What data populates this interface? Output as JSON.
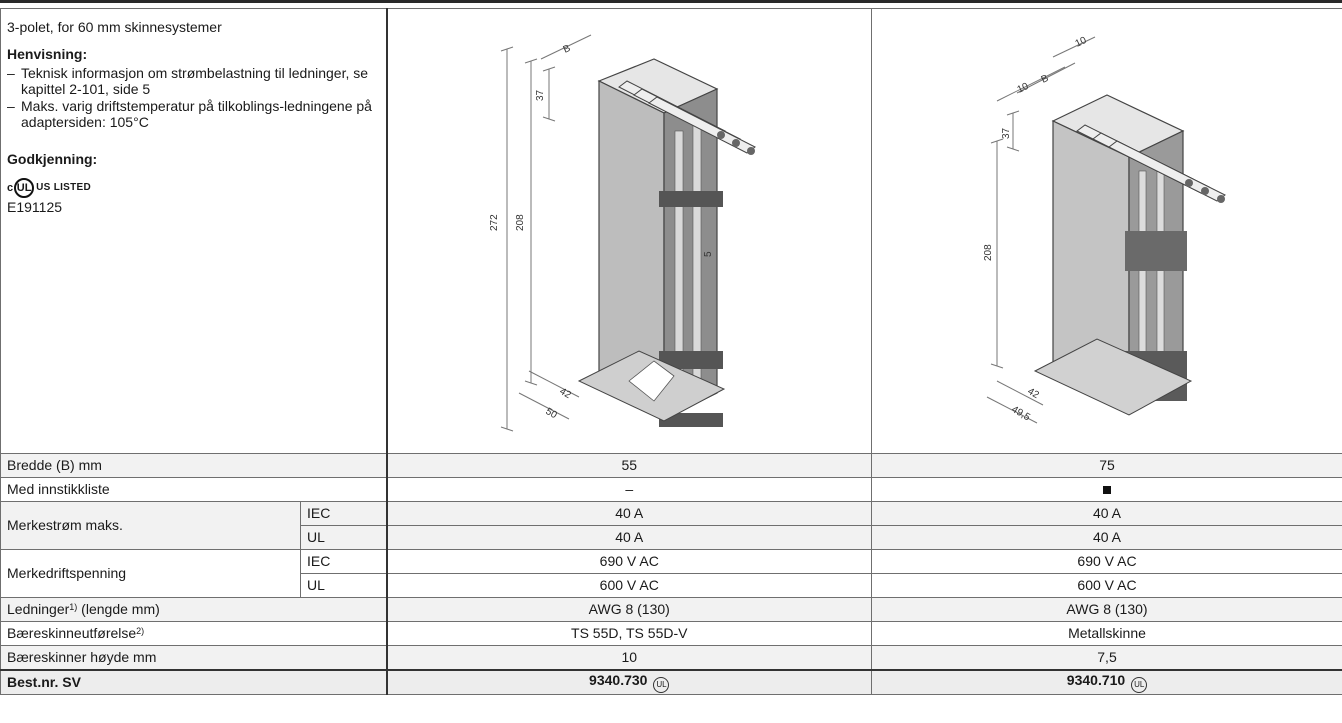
{
  "info": {
    "intro": "3-polet, for 60 mm skinnesystemer",
    "note_heading": "Henvisning:",
    "notes": [
      "Teknisk informasjon om strømbelastning til ledninger, se kapittel 2-101, side 5",
      "Maks. varig driftstemperatur på tilkoblings-ledningene på adaptersiden: 105°C"
    ],
    "approval_heading": "Godkjenning:",
    "ul_c": "c",
    "ul_logo": "UL",
    "ul_listed": "US LISTED",
    "ul_file": "E191125"
  },
  "drawing1": {
    "dims": {
      "b": "B",
      "d37": "37",
      "d272": "272",
      "d208": "208",
      "d5": "5",
      "d42": "42",
      "d50": "50"
    }
  },
  "drawing2": {
    "dims": {
      "d10a": "10",
      "d10b": "10",
      "b": "B",
      "d37": "37",
      "d208": "208",
      "d42": "42",
      "d49": "49,5"
    }
  },
  "rows": {
    "width": {
      "label": "Bredde (B) mm",
      "v1": "55",
      "v2": "75"
    },
    "plug_strip": {
      "label": "Med innstikkliste",
      "v1": "–",
      "v2_symbol": "filled-square"
    },
    "current": {
      "label": "Merkestrøm maks.",
      "iec": "IEC",
      "ul": "UL",
      "iec_v1": "40 A",
      "iec_v2": "40 A",
      "ul_v1": "40 A",
      "ul_v2": "40 A"
    },
    "voltage": {
      "label": "Merkedriftspenning",
      "iec": "IEC",
      "ul": "UL",
      "iec_v1": "690 V AC",
      "iec_v2": "690 V AC",
      "ul_v1": "600 V AC",
      "ul_v2": "600 V AC"
    },
    "wires": {
      "label": "Ledninger",
      "sup": "1)",
      "label_suffix": " (lengde mm)",
      "v1": "AWG 8 (130)",
      "v2": "AWG 8 (130)"
    },
    "rail_design": {
      "label": "Bæreskinneutførelse",
      "sup": "2)",
      "v1": "TS 55D, TS 55D-V",
      "v2": "Metallskinne"
    },
    "rail_height": {
      "label": "Bæreskinner høyde mm",
      "v1": "10",
      "v2": "7,5"
    },
    "order": {
      "label": "Best.nr. SV",
      "v1": "9340.730",
      "v2": "9340.710",
      "ul_symbol": "UL"
    }
  }
}
